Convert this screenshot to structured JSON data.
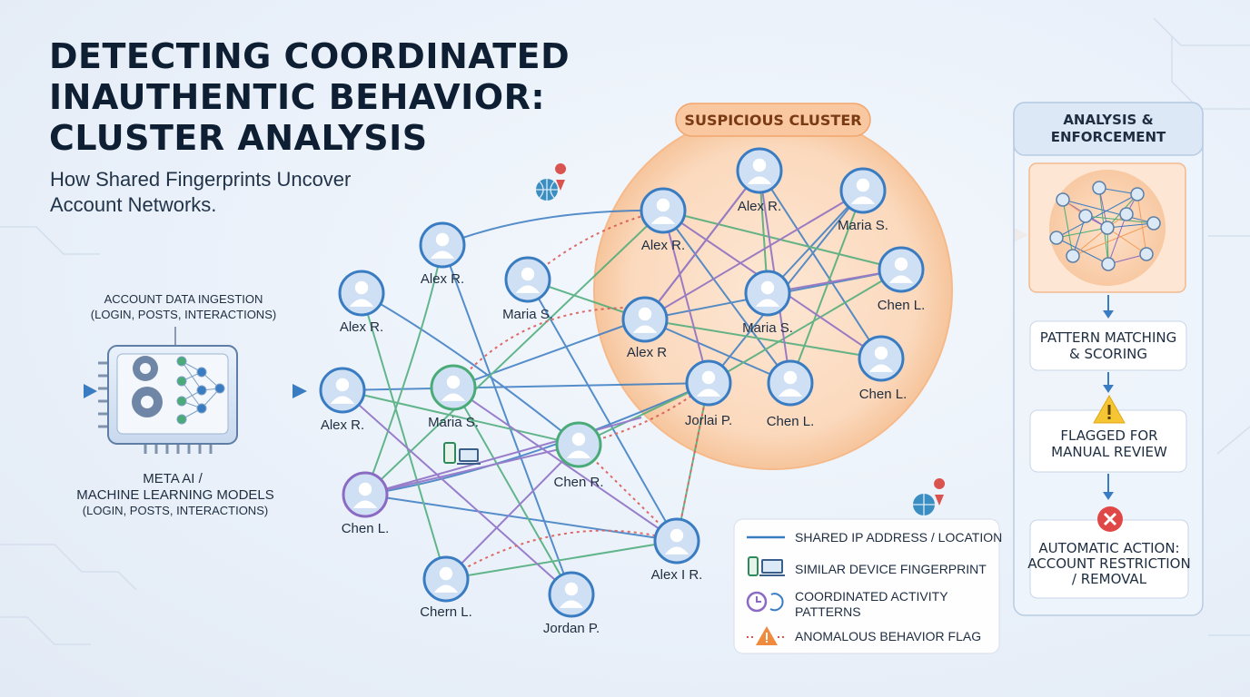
{
  "header": {
    "title_line1": "DETECTING COORDINATED",
    "title_line2": "INAUTHENTIC BEHAVIOR:",
    "title_line3": "CLUSTER ANALYSIS",
    "subtitle_line1": "How Shared Fingerprints Uncover",
    "subtitle_line2": "Account Networks."
  },
  "ingestion": {
    "label_line1": "ACCOUNT DATA INGESTION",
    "label_line2": "(LOGIN, POSTS, INTERACTIONS)",
    "model_line1": "META AI /",
    "model_line2": "MACHINE LEARNING MODELS",
    "model_line3": "(LOGIN, POSTS, INTERACTIONS)"
  },
  "cluster": {
    "badge": "SUSPICIOUS CLUSTER"
  },
  "nodes": [
    {
      "id": "n1",
      "label": "Alex R."
    },
    {
      "id": "n2",
      "label": "Alex R."
    },
    {
      "id": "n3",
      "label": "Maria S."
    },
    {
      "id": "n4",
      "label": "Alex R."
    },
    {
      "id": "n5",
      "label": "Maria S."
    },
    {
      "id": "n6",
      "label": "Chen R."
    },
    {
      "id": "n7",
      "label": "Chen L."
    },
    {
      "id": "n8",
      "label": "Chern L."
    },
    {
      "id": "n9",
      "label": "Jordan P."
    },
    {
      "id": "n10",
      "label": "Alex I R."
    },
    {
      "id": "c1",
      "label": "Alex R."
    },
    {
      "id": "c2",
      "label": "Alex R."
    },
    {
      "id": "c3",
      "label": "Maria S."
    },
    {
      "id": "c4",
      "label": "Chen L."
    },
    {
      "id": "c5",
      "label": "Alex R"
    },
    {
      "id": "c6",
      "label": "Maria S."
    },
    {
      "id": "c7",
      "label": "Chen L."
    },
    {
      "id": "c8",
      "label": "Jorlai P."
    },
    {
      "id": "c9",
      "label": "Chen L."
    }
  ],
  "legend": {
    "items": [
      {
        "label": "SHARED IP ADDRESS / LOCATION",
        "icon": "line-icon"
      },
      {
        "label": "SIMILAR DEVICE FINGERPRINT",
        "icon": "devices-icon"
      },
      {
        "label": "COORDINATED ACTIVITY",
        "label2": "PATTERNS",
        "icon": "clock-sync-icon"
      },
      {
        "label": "ANOMALOUS BEHAVIOR FLAG",
        "icon": "warning-icon"
      }
    ]
  },
  "enforcement": {
    "title_line1": "ANALYSIS &",
    "title_line2": "ENFORCEMENT",
    "step1_line1": "PATTERN MATCHING",
    "step1_line2": "& SCORING",
    "step2_line1": "FLAGGED FOR",
    "step2_line2": "MANUAL REVIEW",
    "step3_line1": "AUTOMATIC ACTION:",
    "step3_line2": "ACCOUNT RESTRICTION",
    "step3_line3": "/ REMOVAL"
  },
  "colors": {
    "blue": "#3a7cc2",
    "green": "#4aab78",
    "purple": "#8a6ac2",
    "red": "#d9534f",
    "orange": "#f39c5a"
  }
}
